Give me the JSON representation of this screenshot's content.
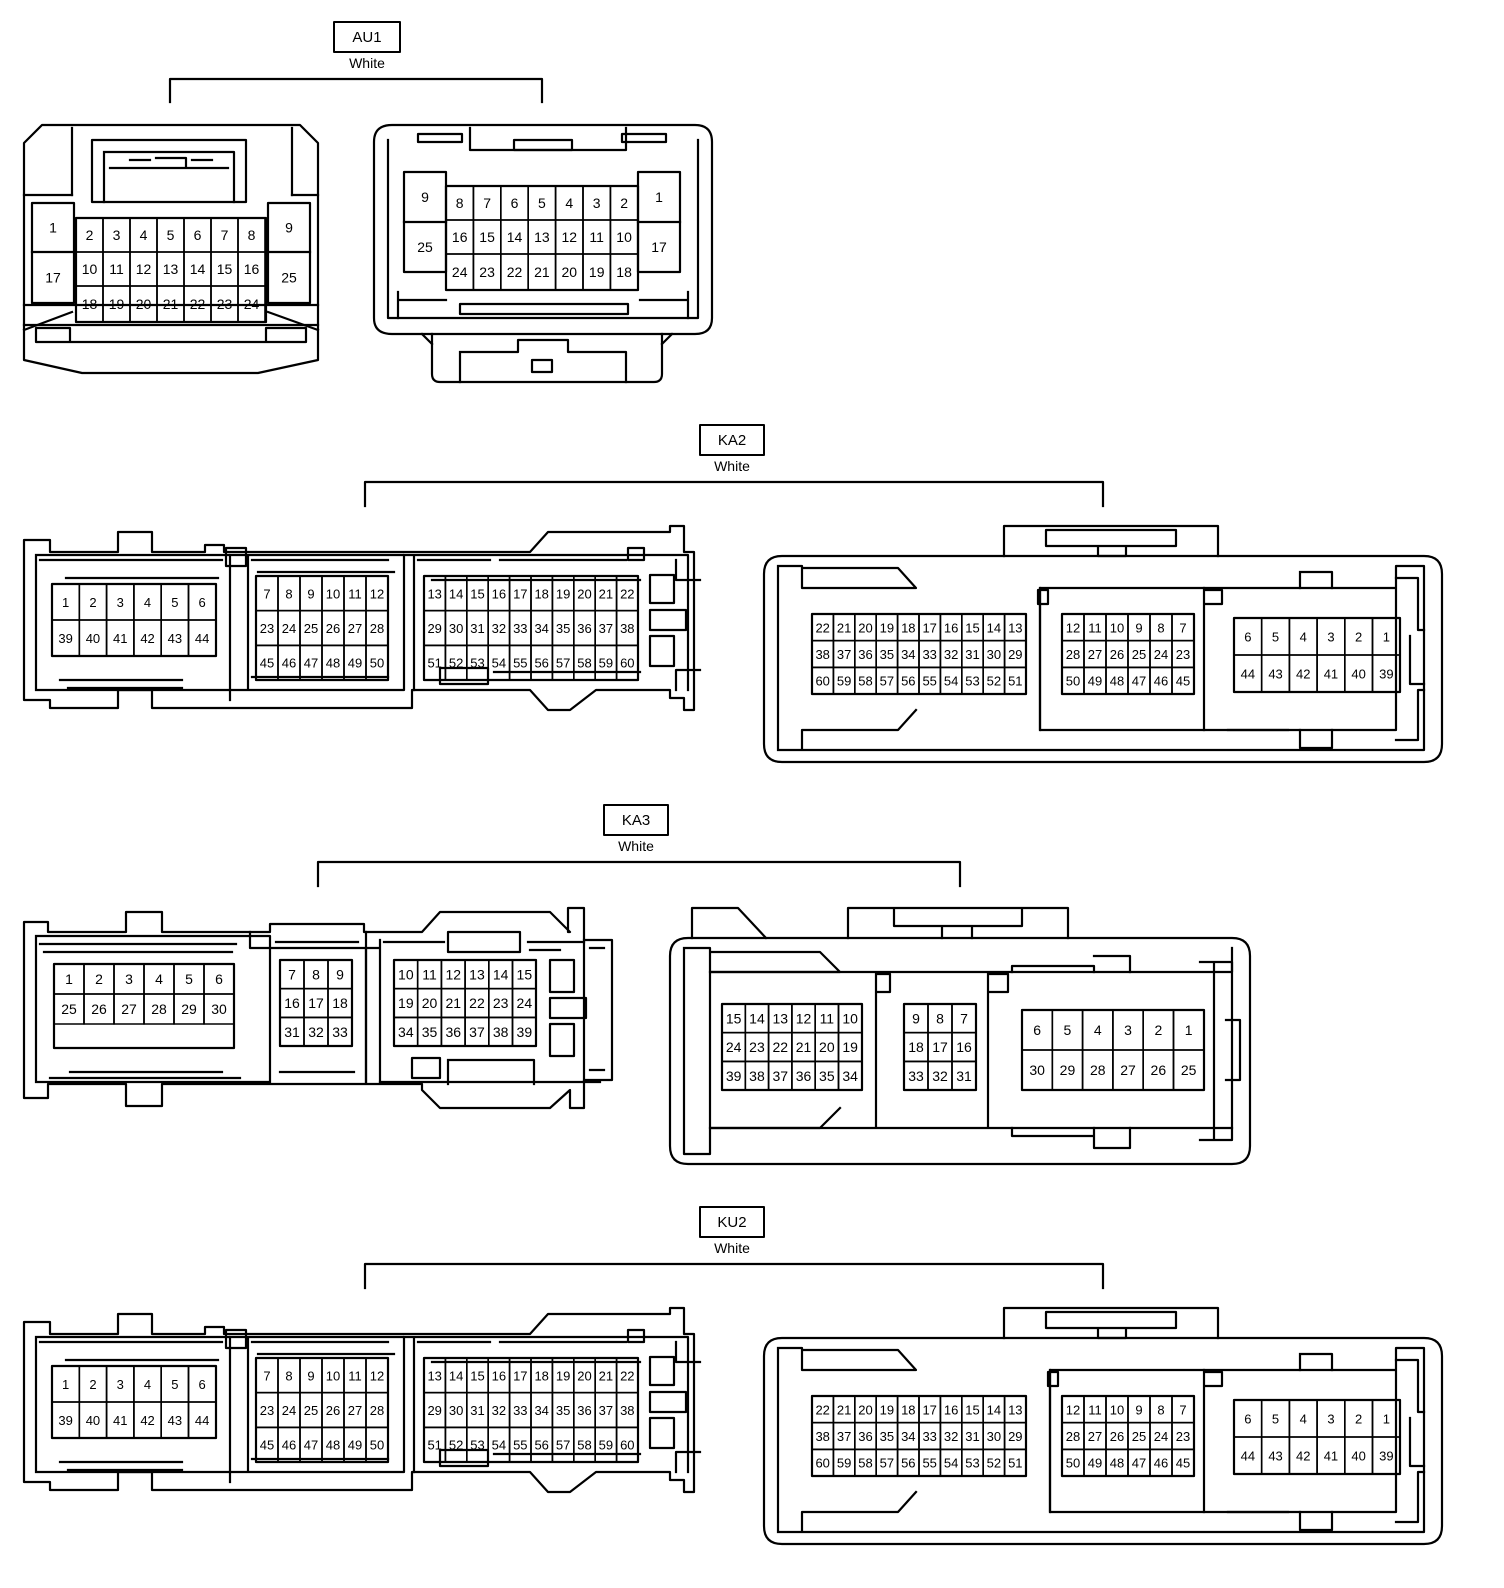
{
  "connectors": [
    {
      "id": "AU1",
      "color": "White",
      "female": {
        "rows": [
          [
            "1",
            "2",
            "3",
            "4",
            "5",
            "6",
            "7",
            "8",
            "9"
          ],
          [
            "17",
            "10",
            "11",
            "12",
            "13",
            "14",
            "15",
            "16",
            "25"
          ],
          [
            "18",
            "19",
            "20",
            "21",
            "22",
            "23",
            "24"
          ]
        ]
      },
      "male": {
        "rows": [
          [
            "9",
            "8",
            "7",
            "6",
            "5",
            "4",
            "3",
            "2",
            "1"
          ],
          [
            "25",
            "16",
            "15",
            "14",
            "13",
            "12",
            "11",
            "10",
            "17"
          ],
          [
            "24",
            "23",
            "22",
            "21",
            "20",
            "19",
            "18"
          ]
        ]
      }
    },
    {
      "id": "KA2",
      "color": "White",
      "female": {
        "rows": [
          [
            "1",
            "2",
            "3",
            "4",
            "5",
            "6",
            "7",
            "8",
            "9",
            "10",
            "11",
            "12",
            "13",
            "14",
            "15",
            "16",
            "17",
            "18",
            "19",
            "20",
            "21",
            "22"
          ],
          [
            "39",
            "40",
            "41",
            "42",
            "43",
            "44",
            "23",
            "24",
            "25",
            "26",
            "27",
            "28",
            "29",
            "30",
            "31",
            "32",
            "33",
            "34",
            "35",
            "36",
            "37",
            "38"
          ],
          [
            "45",
            "46",
            "47",
            "48",
            "49",
            "50",
            "51",
            "52",
            "53",
            "54",
            "55",
            "56",
            "57",
            "58",
            "59",
            "60"
          ]
        ]
      },
      "male": {
        "rows": [
          [
            "22",
            "21",
            "20",
            "19",
            "18",
            "17",
            "16",
            "15",
            "14",
            "13",
            "12",
            "11",
            "10",
            "9",
            "8",
            "7",
            "6",
            "5",
            "4",
            "3",
            "2",
            "1"
          ],
          [
            "38",
            "37",
            "36",
            "35",
            "34",
            "33",
            "32",
            "31",
            "30",
            "29",
            "28",
            "27",
            "26",
            "25",
            "24",
            "23",
            "44",
            "43",
            "42",
            "41",
            "40",
            "39"
          ],
          [
            "60",
            "59",
            "58",
            "57",
            "56",
            "55",
            "54",
            "53",
            "52",
            "51",
            "50",
            "49",
            "48",
            "47",
            "46",
            "45"
          ]
        ]
      }
    },
    {
      "id": "KA3",
      "color": "White",
      "female": {
        "rows": [
          [
            "1",
            "2",
            "3",
            "4",
            "5",
            "6",
            "7",
            "8",
            "9",
            "10",
            "11",
            "12",
            "13",
            "14",
            "15"
          ],
          [
            "25",
            "26",
            "27",
            "28",
            "29",
            "30",
            "16",
            "17",
            "18",
            "19",
            "20",
            "21",
            "22",
            "23",
            "24"
          ],
          [
            "31",
            "32",
            "33",
            "34",
            "35",
            "36",
            "37",
            "38",
            "39"
          ]
        ]
      },
      "male": {
        "rows": [
          [
            "15",
            "14",
            "13",
            "12",
            "11",
            "10",
            "9",
            "8",
            "7",
            "6",
            "5",
            "4",
            "3",
            "2",
            "1"
          ],
          [
            "24",
            "23",
            "22",
            "21",
            "20",
            "19",
            "18",
            "17",
            "16",
            "30",
            "29",
            "28",
            "27",
            "26",
            "25"
          ],
          [
            "39",
            "38",
            "37",
            "36",
            "35",
            "34",
            "33",
            "32",
            "31"
          ]
        ]
      }
    },
    {
      "id": "KU2",
      "color": "White",
      "female": {
        "rows": [
          [
            "1",
            "2",
            "3",
            "4",
            "5",
            "6",
            "7",
            "8",
            "9",
            "10",
            "11",
            "12",
            "13",
            "14",
            "15",
            "16",
            "17",
            "18",
            "19",
            "20",
            "21",
            "22"
          ],
          [
            "39",
            "40",
            "41",
            "42",
            "43",
            "44",
            "23",
            "24",
            "25",
            "26",
            "27",
            "28",
            "29",
            "30",
            "31",
            "32",
            "33",
            "34",
            "35",
            "36",
            "37",
            "38"
          ],
          [
            "45",
            "46",
            "47",
            "48",
            "49",
            "50",
            "51",
            "52",
            "53",
            "54",
            "55",
            "56",
            "57",
            "58",
            "59",
            "60"
          ]
        ]
      },
      "male": {
        "rows": [
          [
            "22",
            "21",
            "20",
            "19",
            "18",
            "17",
            "16",
            "15",
            "14",
            "13",
            "12",
            "11",
            "10",
            "9",
            "8",
            "7",
            "6",
            "5",
            "4",
            "3",
            "2",
            "1"
          ],
          [
            "38",
            "37",
            "36",
            "35",
            "34",
            "33",
            "32",
            "31",
            "30",
            "29",
            "28",
            "27",
            "26",
            "25",
            "24",
            "23",
            "44",
            "43",
            "42",
            "41",
            "40",
            "39"
          ],
          [
            "60",
            "59",
            "58",
            "57",
            "56",
            "55",
            "54",
            "53",
            "52",
            "51",
            "50",
            "49",
            "48",
            "47",
            "46",
            "45"
          ]
        ]
      }
    }
  ]
}
